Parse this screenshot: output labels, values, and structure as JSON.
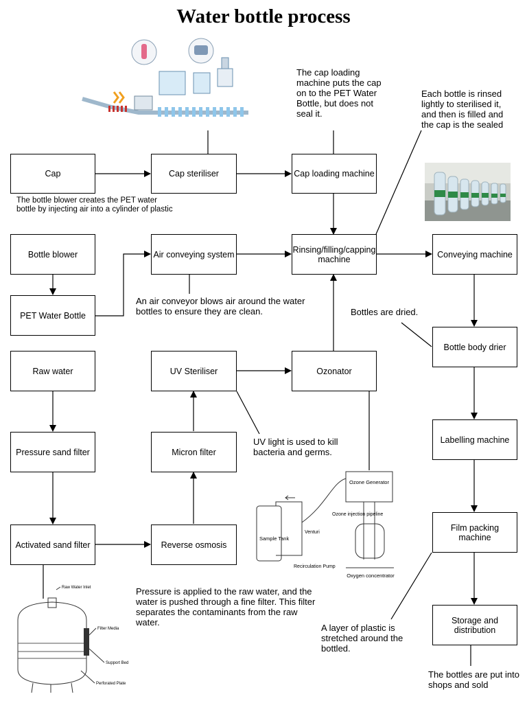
{
  "title": "Water bottle process",
  "boxes": {
    "cap": "Cap",
    "cap_steriliser": "Cap steriliser",
    "cap_loading_machine": "Cap loading machine",
    "bottle_blower": "Bottle blower",
    "air_conveying_system": "Air conveying system",
    "rinsing_filling_capping": "Rinsing/filling/capping machine",
    "conveying_machine": "Conveying machine",
    "pet_water_bottle": "PET Water Bottle",
    "bottle_body_drier": "Bottle body drier",
    "raw_water": "Raw water",
    "uv_steriliser": "UV Steriliser",
    "ozonator": "Ozonator",
    "labelling_machine": "Labelling machine",
    "pressure_sand_filter": "Pressure sand filter",
    "micron_filter": "Micron filter",
    "activated_sand_filter": "Activated sand filter",
    "reverse_osmosis": "Reverse osmosis",
    "film_packing_machine": "Film packing machine",
    "storage_distribution": "Storage and distribution"
  },
  "notes": {
    "cap_loading": "The cap loading machine puts the cap on to the PET Water Bottle, but does not seal it.",
    "rinse": "Each bottle is rinsed lightly to sterilised it, and then is filled and the cap is the sealed",
    "blower": "The bottle blower creates the PET water bottle by injecting air into a cylinder of plastic",
    "air_conveyor": "An air conveyor blows air around the water bottles to ensure they are clean.",
    "dried": "Bottles are dried.",
    "uv": "UV light is used to kill bacteria and germs.",
    "pressure": "Pressure is applied to the raw water, and the water is pushed through a fine filter. This filter separates the contaminants from the raw water.",
    "plastic": "A layer of plastic is stretched around the bottled.",
    "shops": "The bottles are put into shops and sold"
  },
  "ozone_labels": {
    "generator": "Ozone Generator",
    "injection": "Ozone injection pipeline",
    "venturi": "Venturi",
    "sample_tank": "Sample Tank",
    "recirculation": "Recirculation Pump",
    "oxygen": "Oxygen concentrator"
  },
  "tank_labels": {
    "inlet": "Raw Water Inlet",
    "media": "Filter Media",
    "support": "Support Bed",
    "plate": "Perforated Plate"
  },
  "colors": {
    "line": "#000000",
    "box_border": "#000000"
  }
}
